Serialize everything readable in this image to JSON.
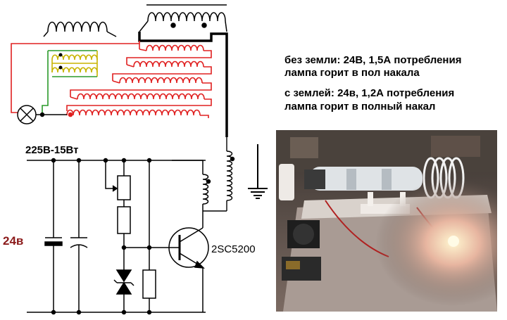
{
  "notes": {
    "no_ground_line1": "без земли: 24В, 1,5А потребления",
    "no_ground_line2": "лампа горит в пол накала",
    "with_ground_line1": "с землей: 24в, 1,2А потребления",
    "with_ground_line2": "лампа горит в полный накал"
  },
  "labels": {
    "supply_rating": "225В-15Вт",
    "input_voltage": "24в",
    "transistor": "2SC5200"
  },
  "colors": {
    "wire_black": "#000000",
    "primary_coil": "#e02020",
    "secondary_coil_yellow": "#c8b400",
    "feedback_green": "#2a9a2a",
    "input_voltage_label": "#8b1a1a"
  },
  "photo": {
    "description_icon": "tesla-coil-photo"
  }
}
